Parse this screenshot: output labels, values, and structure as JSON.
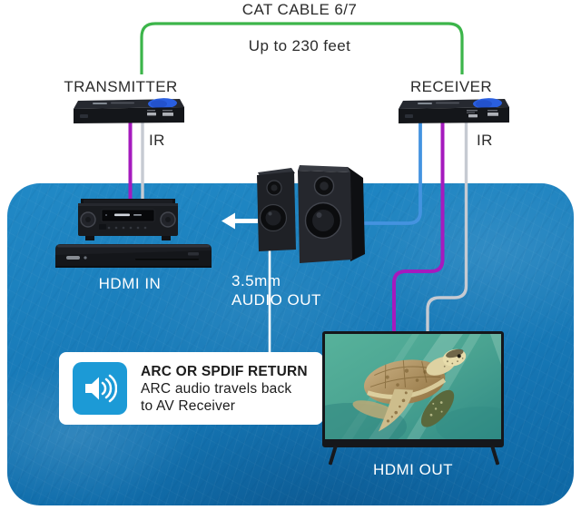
{
  "cat_cable": {
    "label": "CAT CABLE 6/7",
    "distance": "Up to 230 feet"
  },
  "transmitter": {
    "label": "TRANSMITTER",
    "ir_label": "IR"
  },
  "receiver": {
    "label": "RECEIVER",
    "ir_label": "IR"
  },
  "panel": {
    "hdmi_in_label": "HDMI IN",
    "audio_out_line1": "3.5mm",
    "audio_out_line2": "AUDIO OUT",
    "hdmi_out_label": "HDMI OUT",
    "info_box": {
      "icon": "speaker-sound-icon",
      "title": "ARC OR SPDIF RETURN",
      "body_line1": "ARC audio travels back",
      "body_line2": "to AV Receiver"
    }
  },
  "colors": {
    "cat_cable_green": "#3cb54a",
    "hdmi_purple": "#a51abe",
    "ir_gray": "#c6cad2",
    "audio_blue": "#4493e0",
    "panel_blue_top": "#2189c6",
    "panel_blue_mid": "#1779b7",
    "panel_blue_bottom": "#0e67a4",
    "icon_blue": "#1c9ad6",
    "device_blue_oval": "#2a5fe0",
    "text_dark": "#2b2b2b",
    "text_white": "#ffffff"
  }
}
